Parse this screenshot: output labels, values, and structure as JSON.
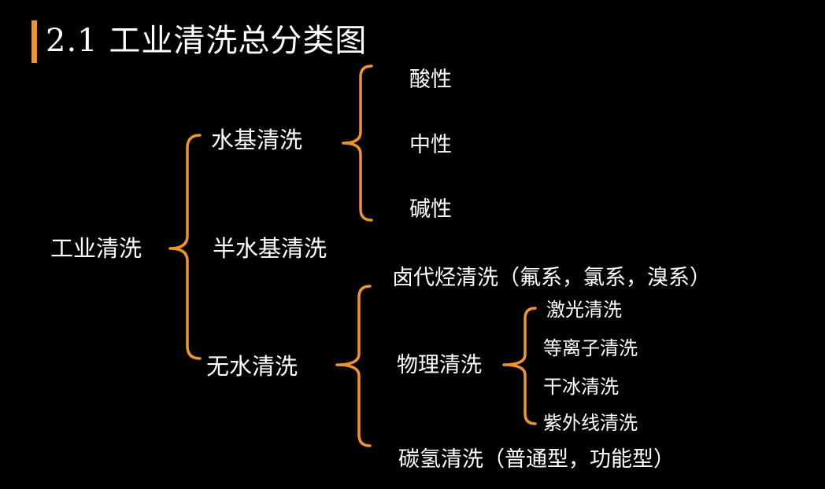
{
  "title": "2.1 工业清洗总分类图",
  "colors": {
    "background": "#000000",
    "accent": "#f0922f",
    "text": "#ffffff"
  },
  "root": {
    "label": "工业清洗",
    "children": [
      {
        "label": "水基清洗",
        "children": [
          {
            "label": "酸性"
          },
          {
            "label": "中性"
          },
          {
            "label": "碱性"
          }
        ]
      },
      {
        "label": "半水基清洗"
      },
      {
        "label": "无水清洗",
        "children": [
          {
            "label": "卤代烃清洗（氟系，氯系，溴系）"
          },
          {
            "label": "物理清洗",
            "children": [
              {
                "label": "激光清洗"
              },
              {
                "label": "等离子清洗"
              },
              {
                "label": "干冰清洗"
              },
              {
                "label": "紫外线清洗"
              }
            ]
          },
          {
            "label": "碳氢清洗（普通型，功能型）"
          }
        ]
      }
    ]
  }
}
